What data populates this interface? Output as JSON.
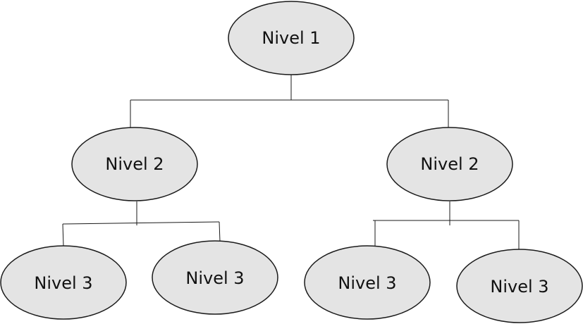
{
  "diagram": {
    "type": "hierarchy-tree",
    "node_fill": "#e4e4e4",
    "line_color": "#1a1a1a",
    "root": {
      "label": "Nivel 1",
      "children": [
        {
          "label": "Nivel 2",
          "children": [
            {
              "label": "Nivel 3"
            },
            {
              "label": "Nivel 3"
            }
          ]
        },
        {
          "label": "Nivel 2",
          "children": [
            {
              "label": "Nivel 3"
            },
            {
              "label": "Nivel 3"
            }
          ]
        }
      ]
    }
  }
}
